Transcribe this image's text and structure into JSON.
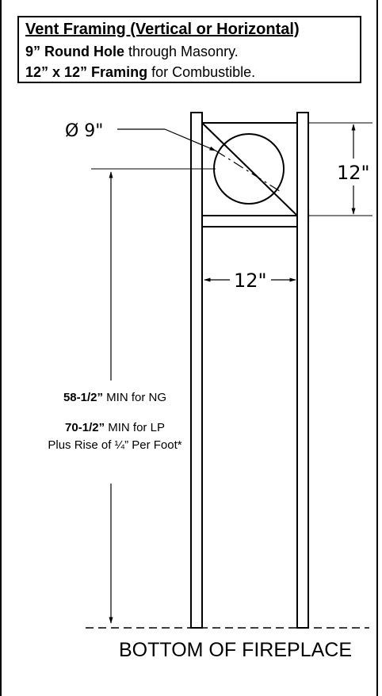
{
  "title_box": {
    "heading": "Vent Framing (Vertical or Horizontal)",
    "line1_bold": "9” Round Hole",
    "line1_rest": " through Masonry.",
    "line2_bold": "12” x 12” Framing",
    "line2_rest": " for Combustible."
  },
  "dimensions": {
    "diameter_label": "Ø 9\"",
    "height_label": "12\"",
    "width_label": "12\""
  },
  "notes": {
    "ng_bold": "58-1/2”",
    "ng_rest": " MIN for NG",
    "lp_bold": "70-1/2”",
    "lp_rest": " MIN for LP",
    "rise": "Plus Rise of ¼” Per Foot*"
  },
  "bottom_label": "BOTTOM OF FIREPLACE"
}
